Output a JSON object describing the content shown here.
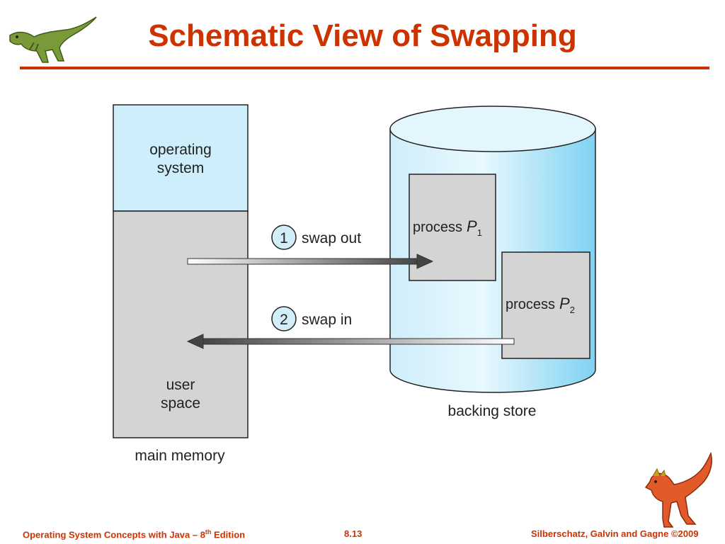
{
  "title": "Schematic View of Swapping",
  "diagram": {
    "os_label_line1": "operating",
    "os_label_line2": "system",
    "user_label_line1": "user",
    "user_label_line2": "space",
    "main_memory_label": "main memory",
    "backing_store_label": "backing store",
    "step1_number": "1",
    "step1_label": "swap out",
    "step2_number": "2",
    "step2_label": "swap in",
    "process1_label": "process",
    "process1_var": "P",
    "process1_sub": "1",
    "process2_label": "process",
    "process2_var": "P",
    "process2_sub": "2"
  },
  "footer": {
    "left_main": "Operating System Concepts  with Java – 8",
    "left_sup": "th",
    "left_end": " Edition",
    "page": "8.13",
    "right": "Silberschatz, Galvin and Gagne ©2009"
  },
  "colors": {
    "title": "#cc3300",
    "os_region": "#cdeefa",
    "user_region": "#d4d4d4",
    "cylinder": "#bde8f8"
  }
}
